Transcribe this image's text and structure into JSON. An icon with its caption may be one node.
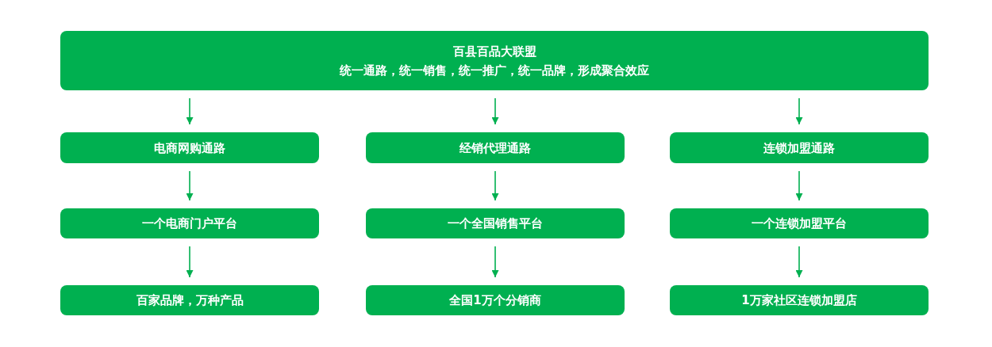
{
  "diagram": {
    "nodes": [
      {
        "text": [
          "百县百品大联盟",
          "统一通路，统一销售，统一推广，统一品牌，形成聚合效应"
        ]
      },
      {
        "text": [
          "电商网购通路"
        ]
      },
      {
        "text": [
          "经销代理通路"
        ]
      },
      {
        "text": [
          "连锁加盟通路"
        ]
      },
      {
        "text": [
          "一个电商门户平台"
        ]
      },
      {
        "text": [
          "一个全国销售平台"
        ]
      },
      {
        "text": [
          "一个连锁加盟平台"
        ]
      },
      {
        "text": [
          "百家品牌，万种产品"
        ]
      },
      {
        "text": [
          "全国1万个分销商"
        ]
      },
      {
        "text": [
          "1万家社区连锁加盟店"
        ]
      }
    ],
    "edges": [
      {
        "from": 0,
        "to": 1,
        "arrow": "to"
      },
      {
        "from": 0,
        "to": 2,
        "arrow": "to"
      },
      {
        "from": 0,
        "to": 3,
        "arrow": "to"
      },
      {
        "from": 1,
        "to": 4,
        "arrow": "to"
      },
      {
        "from": 2,
        "to": 5,
        "arrow": "to"
      },
      {
        "from": 3,
        "to": 6,
        "arrow": "to"
      },
      {
        "from": 4,
        "to": 7,
        "arrow": "to"
      },
      {
        "from": 5,
        "to": 8,
        "arrow": "to"
      },
      {
        "from": 6,
        "to": 9,
        "arrow": "to"
      }
    ]
  }
}
